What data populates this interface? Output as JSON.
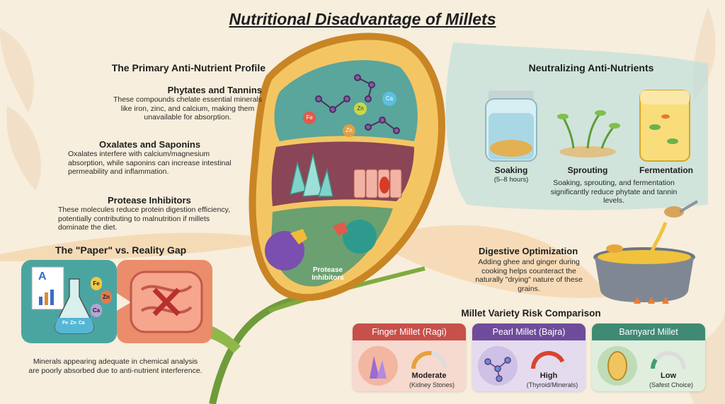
{
  "title": "Nutritional Disadvantage of Millets",
  "left": {
    "heading": "The Primary Anti-Nutrient Profile",
    "items": [
      {
        "title": "Phytates and Tannins",
        "text": "These compounds chelate essential minerals like iron, zinc, and calcium, making them unavailable for absorption."
      },
      {
        "title": "Oxalates and Saponins",
        "text": "Oxalates interfere with calcium/magnesium absorption, while saponins can increase intestinal permeability and inflammation."
      },
      {
        "title": "Protease Inhibitors",
        "text": "These molecules reduce protein digestion efficiency, potentially contributing to malnutrition if millets dominate the diet."
      }
    ]
  },
  "gap": {
    "heading": "The \"Paper\" vs. Reality Gap",
    "caption": "Minerals appearing adequate in chemical analysis are poorly absorbed due to anti-nutrient interference.",
    "minerals": [
      "Fe",
      "Zn",
      "Ca",
      "Fe",
      "Zn",
      "Ca"
    ]
  },
  "seed": {
    "minerals": [
      "Fe",
      "Zn",
      "Ca",
      "Zn"
    ],
    "protease_label": "Protease Inhibitors"
  },
  "neutralize": {
    "heading": "Neutralizing Anti-Nutrients",
    "methods": [
      {
        "label": "Soaking",
        "sub": "(5–8 hours)"
      },
      {
        "label": "Sprouting",
        "sub": ""
      },
      {
        "label": "Fermentation",
        "sub": ""
      }
    ],
    "caption": "Soaking, sprouting, and fermentation significantly reduce phytate and tannin levels."
  },
  "digestive": {
    "heading": "Digestive Optimization",
    "text": "Adding ghee and ginger during cooking helps counteract the naturally \"drying\" nature of these grains."
  },
  "comparison": {
    "heading": "Millet Variety Risk Comparison",
    "cards": [
      {
        "name": "Finger Millet (Ragi)",
        "risk": "Moderate",
        "note": "(Kidney Stones)",
        "head_color": "#c8504a",
        "body_color": "#f6d9cf",
        "gauge_level": 0.55
      },
      {
        "name": "Pearl Millet (Bajra)",
        "risk": "High",
        "note": "(Thyroid/Minerals)",
        "head_color": "#6f4c9b",
        "body_color": "#e4dbef",
        "gauge_level": 0.85
      },
      {
        "name": "Barnyard Millet",
        "risk": "Low",
        "note": "(Safest Choice)",
        "head_color": "#3f8a73",
        "body_color": "#e0eede",
        "gauge_level": 0.2
      }
    ]
  }
}
